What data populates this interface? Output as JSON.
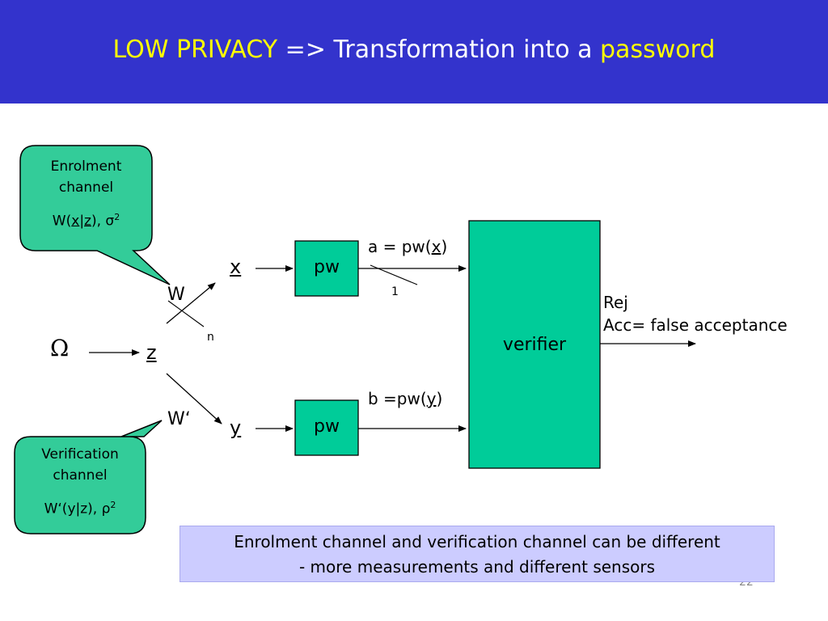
{
  "title": {
    "part1": "LOW PRIVACY",
    "part2": " => Transformation into a ",
    "part3": "password"
  },
  "enrolment_bubble": {
    "line1": "Enrolment",
    "line2": "channel",
    "f_prefix": "W(",
    "f_x": "x",
    "f_bar": "|",
    "f_z": "z",
    "f_suffix": "), σ",
    "f_sup": "2"
  },
  "verification_bubble": {
    "line1": "Verification",
    "line2": "channel",
    "formula": "W‘(y|z), ρ",
    "f_sup": "2"
  },
  "labels": {
    "omega": "Ω",
    "z": "z",
    "w": "W",
    "w_prime": "W‘",
    "n": "n",
    "x": "x",
    "y": "y",
    "one": "1",
    "a_prefix": "a = pw(",
    "a_var": "x",
    "a_suffix": ")",
    "b_prefix": "b =pw(",
    "b_var": "y",
    "b_suffix": ")",
    "rej": "Rej",
    "acc": "Acc= false acceptance"
  },
  "boxes": {
    "pw_top": "pw",
    "pw_bottom": "pw",
    "verifier": "verifier"
  },
  "note": {
    "line1": "Enrolment channel and verification channel can be different",
    "line2": "- more measurements and different sensors"
  },
  "page_number": "22",
  "colors": {
    "header_bg": "#3333cc",
    "title_highlight": "#ffff00",
    "box_fill": "#00cc99",
    "note_bg": "#ccccff"
  }
}
